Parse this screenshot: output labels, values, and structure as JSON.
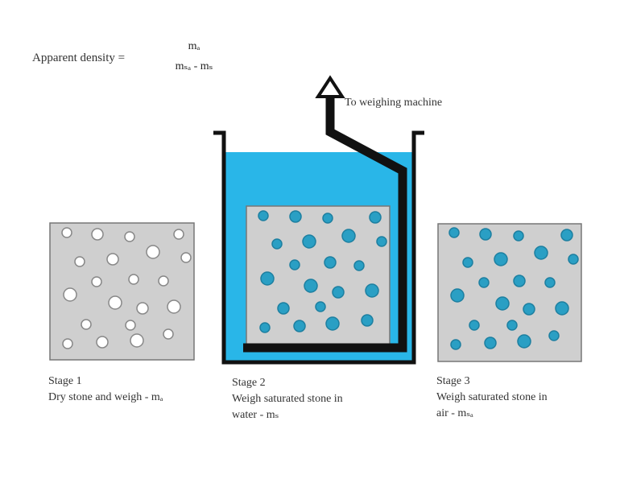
{
  "formula": {
    "label": "Apparent density =",
    "numerator": "mₐ",
    "denominator": "mₛₐ - mₛ"
  },
  "arrow_label": "To weighing machine",
  "stages": [
    {
      "title": "Stage 1",
      "line1": "Dry stone and weigh - mₐ",
      "line2": ""
    },
    {
      "title": "Stage 2",
      "line1": "Weigh saturated stone in",
      "line2": "water - mₛ"
    },
    {
      "title": "Stage 3",
      "line1": "Weigh saturated stone in",
      "line2": "air - mₛₐ"
    }
  ],
  "colors": {
    "water": "#29b6e8",
    "stone": "#cfcfcf",
    "pore_dry": "#ffffff",
    "pore_wet": "#2a9fc4",
    "frame": "#111111"
  }
}
